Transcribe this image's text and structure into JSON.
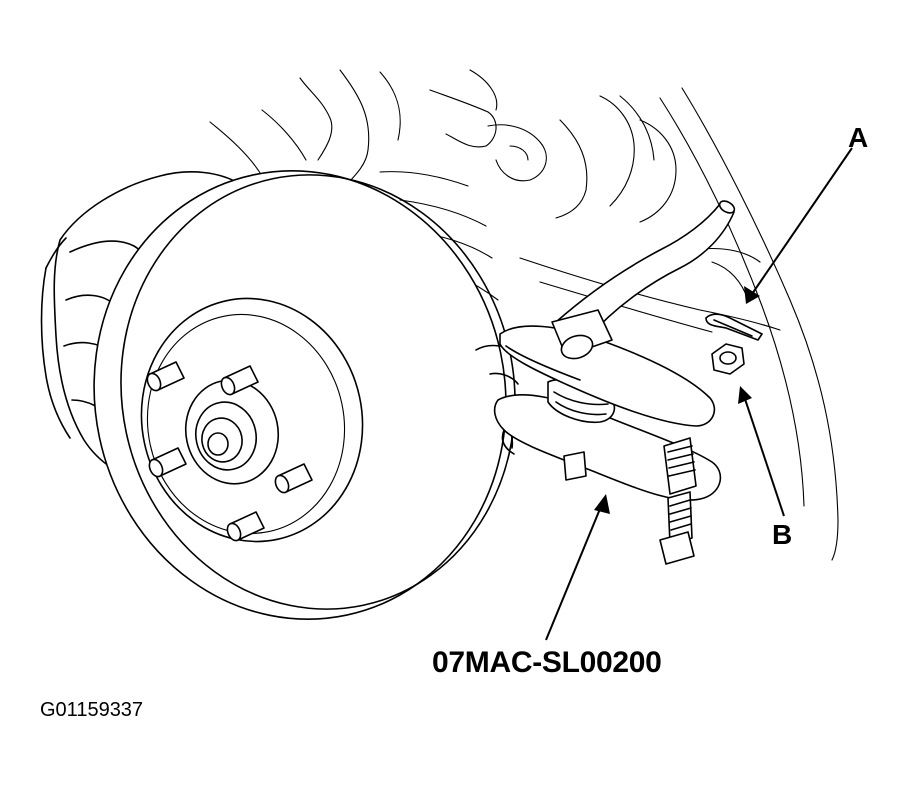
{
  "callouts": {
    "a": "A",
    "b": "B",
    "tool": "07MAC-SL00200"
  },
  "figure_id": "G01159337",
  "colors": {
    "ink": "#000000",
    "paper": "#ffffff"
  }
}
